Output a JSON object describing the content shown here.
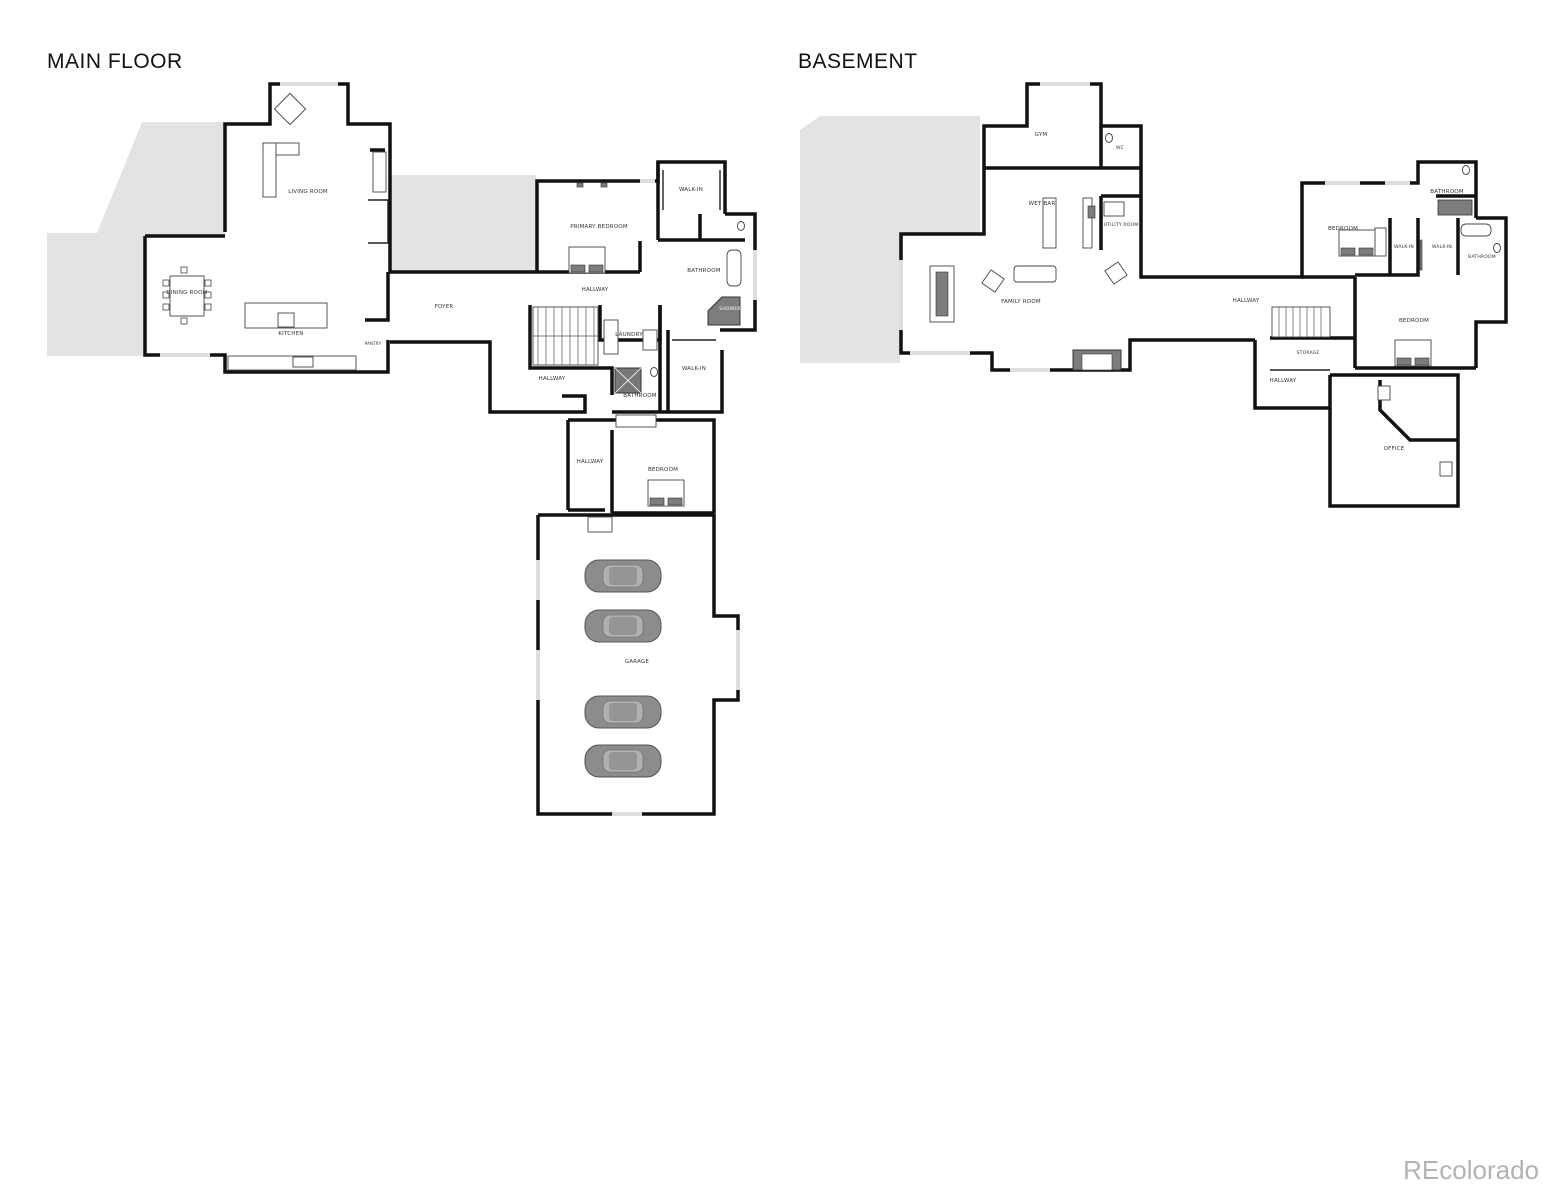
{
  "titles": {
    "main": "MAIN FLOOR",
    "basement": "BASEMENT"
  },
  "watermark": "REcolorado",
  "main_rooms": {
    "living": "LIVING ROOM",
    "dining": "DINING ROOM",
    "kitchen": "KITCHEN",
    "pantry": "PANTRY",
    "foyer": "FOYER",
    "primary_bedroom": "PRIMARY BEDROOM",
    "walkin_top": "WALK-IN",
    "bathroom_primary": "BATHROOM",
    "shower": "SHOWER",
    "hallway_top": "HALLWAY",
    "laundry": "LAUNDRY",
    "walkin_lower": "WALK-IN",
    "hallway_mid": "HALLWAY",
    "bathroom_lower": "BATHROOM",
    "hallway_lower": "HALLWAY",
    "bedroom": "BEDROOM",
    "garage": "GARAGE"
  },
  "basement_rooms": {
    "gym": "GYM",
    "wc": "WC",
    "wet_bar": "WET BAR",
    "utility": "UTILITY ROOM",
    "family": "FAMILY ROOM",
    "bathroom_top": "BATHROOM",
    "bedroom_1": "BEDROOM",
    "walkin_1": "WALK-IN",
    "walkin_2": "WALK-IN",
    "bathroom_2": "BATHROOM",
    "hallway": "HALLWAY",
    "storage": "STORAGE",
    "bedroom_2": "BEDROOM",
    "hallway_small": "HALLWAY",
    "office": "OFFICE"
  },
  "icons": [
    "car-icon",
    "bed-icon",
    "sofa-icon",
    "table-icon",
    "toilet-icon",
    "bathtub-icon",
    "stairs-icon",
    "fireplace-icon"
  ]
}
